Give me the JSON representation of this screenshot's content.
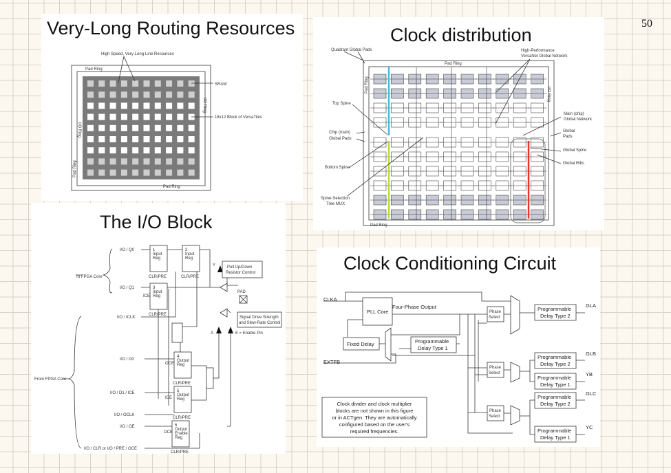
{
  "page_number": "50",
  "panels": {
    "routing": {
      "title": "Very-Long Routing Resources",
      "labels": {
        "high_speed": "High Speed, Very-Long-Line Resources",
        "pad_ring_top": "Pad Ring",
        "pad_ring_bottom": "Pad Ring",
        "pad_ring_left": "Pad Ring",
        "io_ring_left": "I/O Ring",
        "io_ring_right": "I/O Ring",
        "sram": "SRAM",
        "block": "16x12 Block of VersaTiles"
      }
    },
    "clock_dist": {
      "title": "Clock distribution",
      "colors": {
        "top_spine": "#4fb8e0",
        "bottom_spine": "#b6d94a",
        "global_spine": "#e8322a"
      },
      "labels": {
        "quadrant_pads": "Quadrant Global Pads",
        "hp1": "High-Performance",
        "hp2": "VersaNet Global Network",
        "pad_ring_top": "Pad Ring",
        "pad_ring_bottom": "Pad Ring",
        "io_ring_left": "Pad Ring",
        "io_ring_right": "I/O Ring",
        "top_spine": "Top Spine",
        "main1": "Main (chip)",
        "main2": "Global Network",
        "chip1": "Chip (main)",
        "chip2": "Global Pads",
        "gpads1": "Global",
        "gpads2": "Pads",
        "global_spine": "Global Spine",
        "global_ribs": "Global Ribs",
        "bottom_spine": "Bottom Spine",
        "mux1": "Spine-Selection",
        "mux2": "Tree MUX"
      }
    },
    "io_block": {
      "title": "The I/O Block",
      "signals": {
        "q0": "I/O / Q0",
        "q1": "I/O / Q1",
        "iclk": "I/O / ICLK",
        "d0": "I/O / D0",
        "d1": "I/O / D1 / ICE",
        "oclk": "I/O / OCLK",
        "oe": "I/O / OE",
        "clr": "I/O / CLR or I/O / PRE / OCE",
        "to_core": "To FPGA Core",
        "from_core": "From FPGA Core"
      },
      "regs": [
        {
          "num": "1",
          "l1": "Input",
          "l2": "Reg",
          "l3": ""
        },
        {
          "num": "2",
          "l1": "Input",
          "l2": "Reg",
          "l3": ""
        },
        {
          "num": "3",
          "l1": "Input",
          "l2": "Reg",
          "l3": ""
        },
        {
          "num": "4",
          "l1": "Output",
          "l2": "Reg",
          "l3": ""
        },
        {
          "num": "5",
          "l1": "Output",
          "l2": "Reg",
          "l3": ""
        },
        {
          "num": "6",
          "l1": "Output",
          "l2": "Enable",
          "l3": "Reg"
        }
      ],
      "misc": {
        "clrpre": "CLR/PRE",
        "ice": "ICE",
        "oce": "OCE",
        "pull1": "Pull Up/Down",
        "pull2": "Resistor Control",
        "pad": "PAD",
        "drive1": "Signal Drive Strength",
        "drive2": "and Slew-Rate Control",
        "y": "Y",
        "a": "A",
        "e": "E = Enable Pin"
      }
    },
    "ccc": {
      "title": "Clock Conditioning Circuit",
      "inputs": {
        "clka": "CLKA",
        "extfb": "EXTFB"
      },
      "four_phase": "Four-Phase Output",
      "pll": "PLL Core",
      "fixed_delay": "Fixed Delay",
      "pd1a": "Programmable",
      "pd1b": "Delay Type 1",
      "phase_select": [
        "Phase",
        "Select"
      ],
      "delays": [
        {
          "l1": "Programmable",
          "l2": "Delay Type 2",
          "out": "GLA"
        },
        {
          "l1": "Programmable",
          "l2": "Delay Type 2",
          "out": "GLB"
        },
        {
          "l1": "Programmable",
          "l2": "Delay Type 1",
          "out": "YB"
        },
        {
          "l1": "Programmable",
          "l2": "Delay Type 2",
          "out": "GLC"
        },
        {
          "l1": "Programmable",
          "l2": "Delay Type 1",
          "out": "YC"
        }
      ],
      "note": [
        "Clock divider and clock multiplier",
        "blocks are not shown in this figure",
        "or in ACTgen. They are automatically",
        "configured based on the user's",
        "required frequencies."
      ]
    }
  }
}
